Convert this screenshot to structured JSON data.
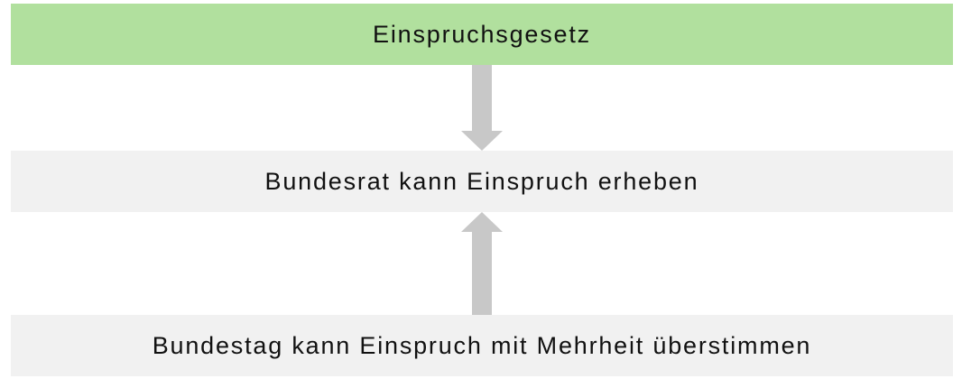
{
  "diagram": {
    "nodes": [
      {
        "id": "top",
        "label": "Einspruchsgesetz",
        "fill": "#b1e09e"
      },
      {
        "id": "middle",
        "label": "Bundesrat kann Einspruch erheben",
        "fill": "#f1f1f1"
      },
      {
        "id": "bottom",
        "label": "Bundestag kann Einspruch mit Mehrheit überstimmen",
        "fill": "#f1f1f1"
      }
    ],
    "edges": [
      {
        "from": "top",
        "to": "middle",
        "direction": "down"
      },
      {
        "from": "bottom",
        "to": "middle",
        "direction": "up"
      }
    ],
    "arrow_color": "#c8c8c8"
  }
}
